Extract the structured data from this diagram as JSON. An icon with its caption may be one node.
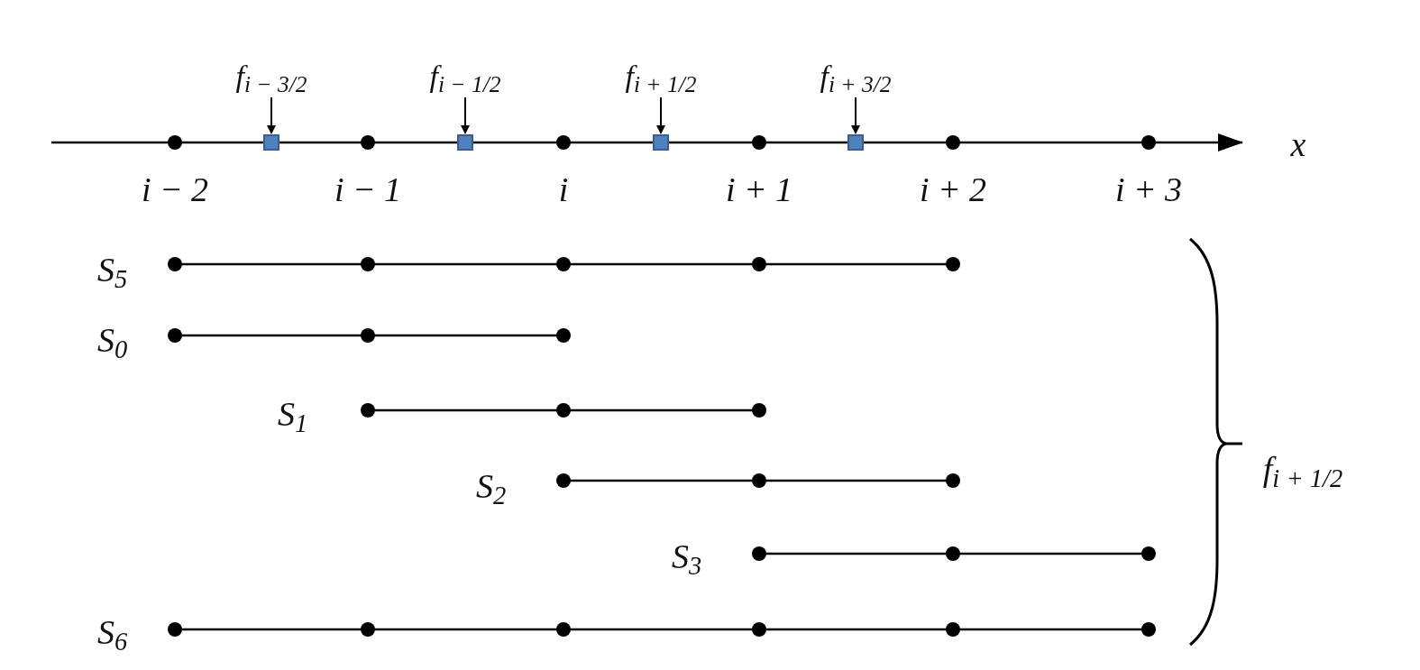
{
  "diagram": {
    "nodes": [
      {
        "text": [
          "f$_{i − 3/2}$"
        ]
      },
      {
        "text": [
          "f$_{i − 1/2}$"
        ]
      },
      {
        "text": [
          "f$_{i + 1/2}$"
        ]
      },
      {
        "text": [
          "f$_{i + 3/2}$"
        ]
      },
      {
        "text": [],
        "shape": "box"
      },
      {
        "text": [],
        "shape": "box"
      },
      {
        "text": [],
        "shape": "box"
      },
      {
        "text": [],
        "shape": "box"
      },
      {
        "text": [],
        "shape": "bar",
        "beside": [
          "S$_{5}$"
        ]
      },
      {
        "text": [],
        "shape": "bar",
        "beside": [
          "S$_{0}$"
        ]
      },
      {
        "text": [],
        "shape": "bar",
        "beside": [
          "S$_{1}$"
        ]
      },
      {
        "text": [],
        "shape": "bar",
        "beside": [
          "S$_{2}$"
        ]
      },
      {
        "text": [],
        "shape": "bar",
        "beside": [
          "S$_{3}$"
        ]
      },
      {
        "text": [],
        "shape": "bar",
        "beside": [
          "S$_{6}$"
        ]
      }
    ],
    "edges": [
      {
        "from": 0,
        "to": 4,
        "arrow": "to"
      },
      {
        "from": 1,
        "to": 5,
        "arrow": "to"
      },
      {
        "from": 2,
        "to": 6,
        "arrow": "to"
      },
      {
        "from": 3,
        "to": 7,
        "arrow": "to"
      }
    ],
    "labels": [
      "x",
      "i − 2",
      "i − 1",
      "i",
      "i + 1",
      "i + 2",
      "i + 3",
      "f$_{i + 1/2}$"
    ]
  }
}
